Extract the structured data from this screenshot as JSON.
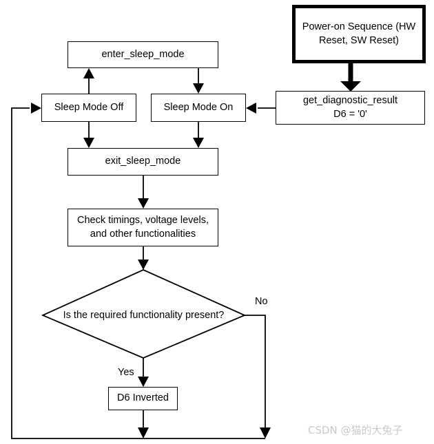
{
  "diagram": {
    "type": "flowchart",
    "title": "Sleep mode / diagnostic flow",
    "background": "#ffffff",
    "line_color": "#000000",
    "text_color": "#000000",
    "nodes": [
      {
        "id": "power_on",
        "shape": "process-thick",
        "label": "Power-on Sequence (HW\nReset, SW Reset)"
      },
      {
        "id": "get_diag",
        "shape": "process",
        "label": "get_diagnostic_result\nD6 = '0'"
      },
      {
        "id": "enter",
        "shape": "process",
        "label": "enter_sleep_mode"
      },
      {
        "id": "sleep_off",
        "shape": "process",
        "label": "Sleep Mode Off"
      },
      {
        "id": "sleep_on",
        "shape": "process",
        "label": "Sleep Mode On"
      },
      {
        "id": "exit",
        "shape": "process",
        "label": "exit_sleep_mode"
      },
      {
        "id": "check",
        "shape": "process",
        "label": "Check timings, voltage levels,\nand other functionalities"
      },
      {
        "id": "decision",
        "shape": "diamond",
        "label": "Is the required functionality present?"
      },
      {
        "id": "d6_inv",
        "shape": "process",
        "label": "D6 Inverted"
      }
    ],
    "edge_labels": {
      "no": "No",
      "yes": "Yes"
    },
    "edges": [
      {
        "from": "power_on",
        "to": "get_diag",
        "label": ""
      },
      {
        "from": "get_diag",
        "to": "sleep_on",
        "label": ""
      },
      {
        "from": "sleep_off",
        "to": "enter",
        "label": ""
      },
      {
        "from": "enter",
        "to": "sleep_on",
        "label": ""
      },
      {
        "from": "sleep_off",
        "to": "exit",
        "label": ""
      },
      {
        "from": "sleep_on",
        "to": "exit",
        "label": ""
      },
      {
        "from": "exit",
        "to": "check",
        "label": ""
      },
      {
        "from": "check",
        "to": "decision",
        "label": ""
      },
      {
        "from": "decision",
        "to": "d6_inv",
        "label": "Yes"
      },
      {
        "from": "decision",
        "to": "loop_back",
        "label": "No"
      },
      {
        "from": "d6_inv",
        "to": "loop_back",
        "label": ""
      },
      {
        "from": "loop_back",
        "to": "sleep_off",
        "label": ""
      }
    ]
  },
  "watermark": {
    "text": "CSDN @猫的大兔子",
    "color": "#c9c9c9"
  }
}
